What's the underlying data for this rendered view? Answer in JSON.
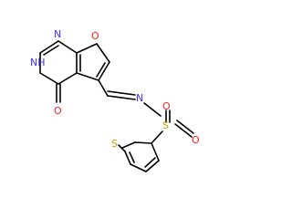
{
  "molecule": {
    "atoms": [
      {
        "id": "a_N1",
        "label": "N",
        "color": "#3b33ff"
      },
      {
        "id": "a_NH",
        "label": "NH",
        "color": "#3b33ff"
      },
      {
        "id": "a_O_carbonyl",
        "label": "O",
        "color": "#ff1e1e"
      },
      {
        "id": "a_O_furan",
        "label": "O",
        "color": "#ff1e1e"
      },
      {
        "id": "a_N_imine",
        "label": "N",
        "color": "#3b33ff"
      },
      {
        "id": "a_S_sulfonyl",
        "label": "S",
        "color": "#c6a400"
      },
      {
        "id": "a_O_s1",
        "label": "O",
        "color": "#ff1e1e"
      },
      {
        "id": "a_O_s2",
        "label": "O",
        "color": "#ff1e1e"
      },
      {
        "id": "a_S_thiophene",
        "label": "S",
        "color": "#c6a400"
      }
    ]
  }
}
